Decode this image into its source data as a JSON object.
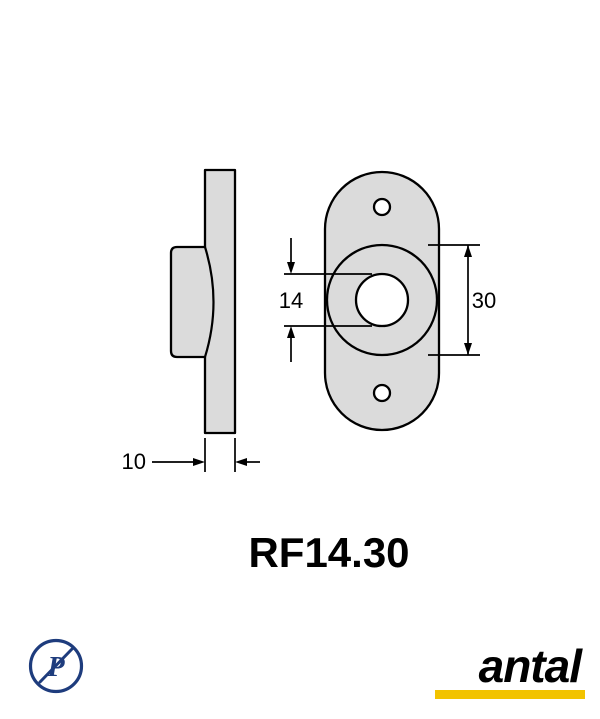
{
  "product": {
    "code": "RF14.30"
  },
  "drawing": {
    "dimensions": {
      "hole_diameter": "14",
      "outer_diameter": "30",
      "thickness": "10"
    }
  },
  "branding": {
    "wordmark": "antal",
    "roundel_letter": "P"
  },
  "colors": {
    "part_fill": "#DBDBDB",
    "line": "#000000",
    "brand_blue": "#1E3C7D",
    "brand_yellow": "#F2C300",
    "background": "#FFFFFF",
    "text": "#000000"
  }
}
